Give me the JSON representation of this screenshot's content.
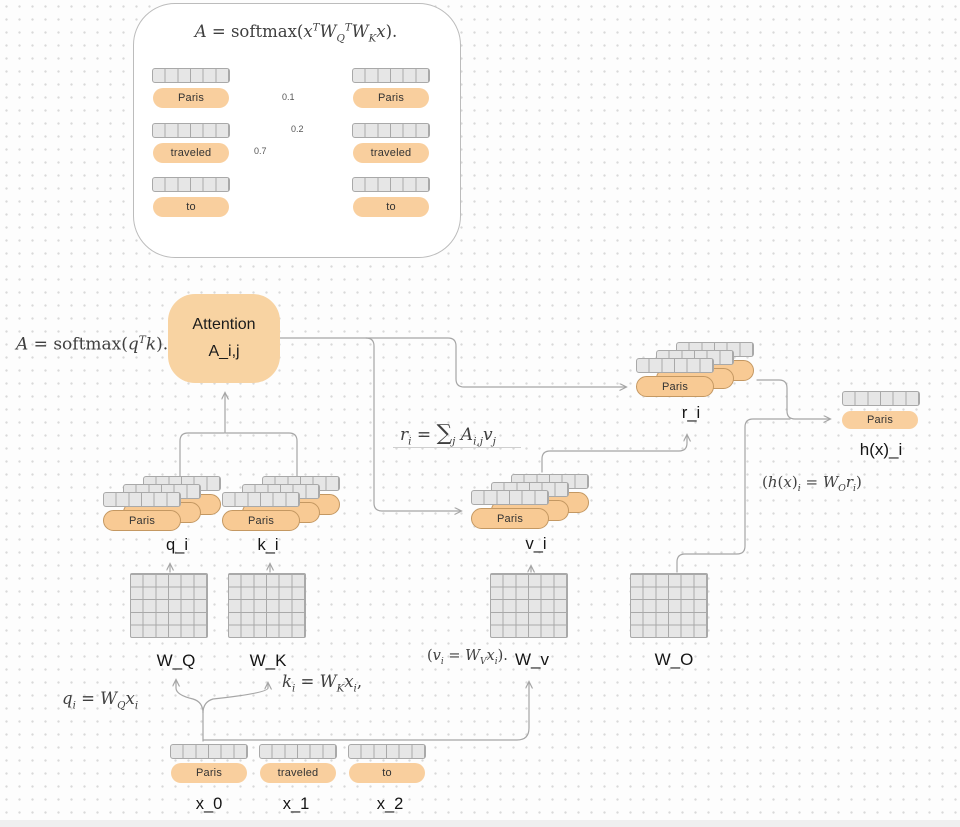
{
  "colors": {
    "accent_orange": "#f9cf9e",
    "stack_orange": "#f8ca94",
    "attention_orange": "#f8d3a2",
    "cell_gray": "#e6e6e6",
    "line_gray": "#a6a6a6"
  },
  "inset": {
    "formula": [
      [
        "i",
        "A"
      ],
      [
        "n",
        " = softmax("
      ],
      [
        "i",
        "x"
      ],
      [
        "sup",
        "T"
      ],
      [
        "i",
        "W"
      ],
      [
        "sub",
        "Q"
      ],
      [
        "sup",
        "T"
      ],
      [
        "i",
        "W"
      ],
      [
        "sub",
        "K"
      ],
      [
        "i",
        "x"
      ],
      [
        "n",
        ")."
      ]
    ],
    "left_tokens": [
      "Paris",
      "traveled",
      "to"
    ],
    "right_tokens": [
      "Paris",
      "traveled",
      "to"
    ],
    "weights": {
      "paris": "0.1",
      "traveled": "0.2",
      "to": "0.7"
    }
  },
  "attention": {
    "line1": "Attention",
    "line2": "A_i,j"
  },
  "formulas": {
    "qk": [
      [
        "i",
        "A"
      ],
      [
        "n",
        " = softmax("
      ],
      [
        "i",
        "q"
      ],
      [
        "sup",
        "T"
      ],
      [
        "i",
        "k"
      ],
      [
        "n",
        ")."
      ]
    ],
    "r": [
      [
        "i",
        "r"
      ],
      [
        "sub",
        "i"
      ],
      [
        "n",
        " = "
      ],
      [
        "big",
        "∑"
      ],
      [
        "sub",
        "j"
      ],
      [
        "n",
        " "
      ],
      [
        "i",
        "A"
      ],
      [
        "sub",
        "i,j"
      ],
      [
        "i",
        "v"
      ],
      [
        "sub",
        "j"
      ]
    ],
    "h": [
      [
        "n",
        "("
      ],
      [
        "i",
        "h"
      ],
      [
        "n",
        "("
      ],
      [
        "i",
        "x"
      ],
      [
        "n",
        ")"
      ],
      [
        "sub",
        "i"
      ],
      [
        "n",
        " = "
      ],
      [
        "i",
        "W"
      ],
      [
        "sub",
        "O"
      ],
      [
        "i",
        "r"
      ],
      [
        "sub",
        "i"
      ],
      [
        "n",
        ")"
      ]
    ],
    "q": [
      [
        "i",
        "q"
      ],
      [
        "sub",
        "i"
      ],
      [
        "n",
        " = "
      ],
      [
        "i",
        "W"
      ],
      [
        "sub",
        "Q"
      ],
      [
        "i",
        "x"
      ],
      [
        "sub",
        "i"
      ]
    ],
    "k": [
      [
        "i",
        "k"
      ],
      [
        "sub",
        "i"
      ],
      [
        "n",
        " = "
      ],
      [
        "i",
        "W"
      ],
      [
        "sub",
        "K"
      ],
      [
        "i",
        "x"
      ],
      [
        "sub",
        "i"
      ],
      [
        "n",
        ","
      ]
    ],
    "v": [
      [
        "n",
        "("
      ],
      [
        "i",
        "v"
      ],
      [
        "sub",
        "i"
      ],
      [
        "n",
        " = "
      ],
      [
        "i",
        "W"
      ],
      [
        "sub",
        "V"
      ],
      [
        "i",
        "x"
      ],
      [
        "sub",
        "i"
      ],
      [
        "n",
        ")."
      ]
    ]
  },
  "stacks": {
    "q": {
      "token": "Paris",
      "label": "q_i"
    },
    "k": {
      "token": "Paris",
      "label": "k_i"
    },
    "v": {
      "token": "Paris",
      "label": "v_i"
    },
    "r": {
      "token": "Paris",
      "label": "r_i"
    }
  },
  "matrices": {
    "wq": "W_Q",
    "wk": "W_K",
    "wv": "W_v",
    "wo": "W_O"
  },
  "output": {
    "token": "Paris",
    "label": "h(x)_i"
  },
  "inputs": [
    {
      "token": "Paris",
      "label": "x_0"
    },
    {
      "token": "traveled",
      "label": "x_1"
    },
    {
      "token": "to",
      "label": "x_2"
    }
  ]
}
